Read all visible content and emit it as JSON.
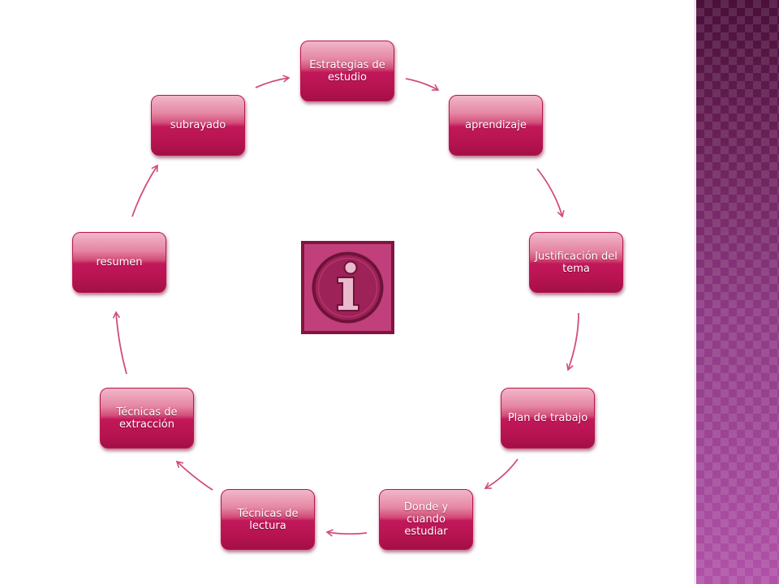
{
  "diagram": {
    "nodes": [
      {
        "id": "estrategias",
        "label": "Estrategias de estudio"
      },
      {
        "id": "aprendizaje",
        "label": "aprendizaje"
      },
      {
        "id": "justificacion",
        "label": "Justificación del tema"
      },
      {
        "id": "plan",
        "label": "Plan de trabajo"
      },
      {
        "id": "donde",
        "label": "Donde y cuando estudiar"
      },
      {
        "id": "lectura",
        "label": "Técnicas de lectura"
      },
      {
        "id": "extraccion",
        "label": "Técnicas de extracción"
      },
      {
        "id": "resumen",
        "label": "resumen"
      },
      {
        "id": "subrayado",
        "label": "subrayado"
      }
    ],
    "edges": [
      {
        "from": "estrategias",
        "to": "aprendizaje"
      },
      {
        "from": "aprendizaje",
        "to": "justificacion"
      },
      {
        "from": "justificacion",
        "to": "plan"
      },
      {
        "from": "plan",
        "to": "donde"
      },
      {
        "from": "donde",
        "to": "lectura"
      },
      {
        "from": "lectura",
        "to": "extraccion"
      },
      {
        "from": "extraccion",
        "to": "resumen"
      },
      {
        "from": "resumen",
        "to": "subrayado"
      },
      {
        "from": "subrayado",
        "to": "estrategias"
      }
    ],
    "center_icon": "info-icon",
    "colors": {
      "node_fill": "#c2185b",
      "node_highlight": "#f1b7c9",
      "arrow": "#d24d79",
      "icon_fill": "#c13f7a",
      "icon_border": "#80163f",
      "side_panel": "#a44c9e"
    }
  }
}
